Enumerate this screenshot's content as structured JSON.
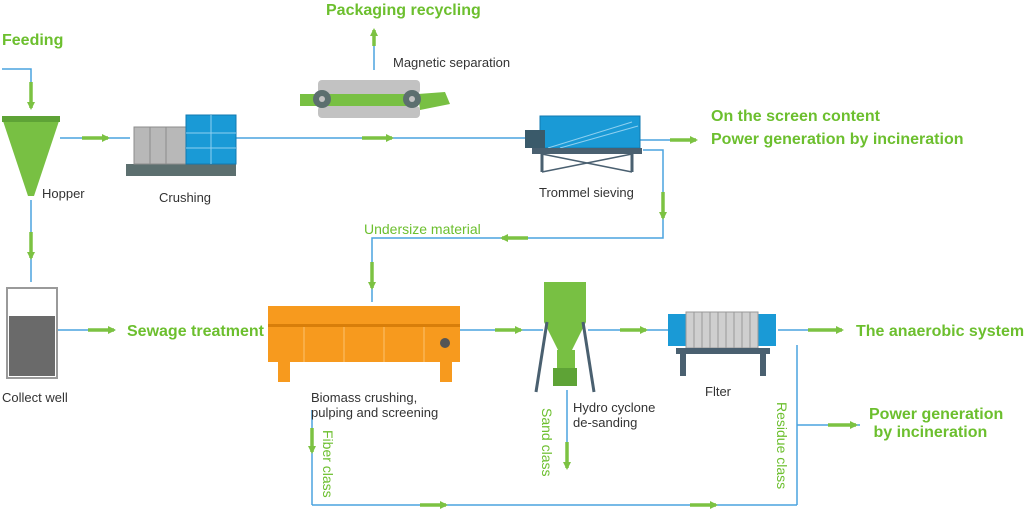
{
  "colors": {
    "line": "#4aa3df",
    "arrow": "#7cc242",
    "green_text": "#6cbf2e",
    "orange": "#f79a1e",
    "blue_equipment": "#1a9ad6",
    "gray_equipment": "#9e9e9e"
  },
  "outputs": {
    "feeding": "Feeding",
    "packaging_recycling": "Packaging recycling",
    "on_screen_content": "On the screen content",
    "power_generation_1": "Power generation by incineration",
    "undersize_material": "Undersize material",
    "sewage_treatment": "Sewage treatment",
    "anaerobic_system": "The anaerobic system",
    "power_generation_2": "Power generation\n by incineration",
    "fiber_class": "Fiber class",
    "sand_class": "Sand class",
    "residue_class": "Residue class"
  },
  "equipment": {
    "hopper": "Hopper",
    "crushing": "Crushing",
    "magnetic_separation": "Magnetic separation",
    "trommel_sieving": "Trommel sieving",
    "collect_well": "Collect well",
    "biomass": "Biomass crushing,\npulping and screening",
    "hydro_cyclone": "Hydro cyclone\nde-sanding",
    "filter": "Flter"
  }
}
